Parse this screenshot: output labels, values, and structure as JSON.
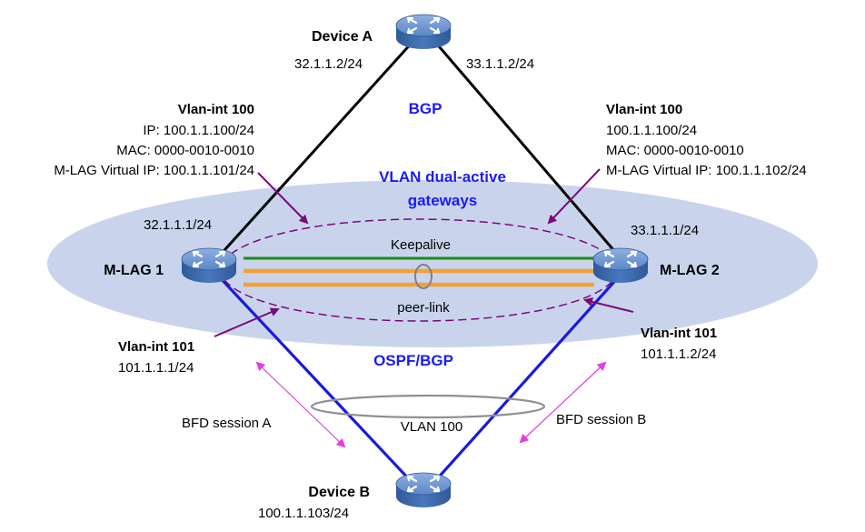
{
  "devices": {
    "device_a": {
      "name": "Device A",
      "ip_left": "32.1.1.2/24",
      "ip_right": "33.1.1.2/24"
    },
    "device_b": {
      "name": "Device B",
      "ip": "100.1.1.103/24"
    },
    "mlag1": {
      "name": "M-LAG 1",
      "uplink_ip": "32.1.1.1/24"
    },
    "mlag2": {
      "name": "M-LAG 2",
      "uplink_ip": "33.1.1.1/24"
    }
  },
  "protocols": {
    "top": "BGP",
    "middle_line1": "VLAN dual-active",
    "middle_line2": "gateways",
    "bottom": "OSPF/BGP"
  },
  "links": {
    "keepalive": "Keepalive",
    "peer_link": "peer-link",
    "vlan": "VLAN 100"
  },
  "bfd": {
    "a": "BFD session A",
    "b": "BFD session B"
  },
  "interfaces": {
    "left100": {
      "title": "Vlan-int 100",
      "ip": "IP: 100.1.1.100/24",
      "mac": "MAC: 0000-0010-0010",
      "vip": "M-LAG Virtual IP: 100.1.1.101/24"
    },
    "right100": {
      "title": "Vlan-int 100",
      "ip": "100.1.1.100/24",
      "mac": "MAC: 0000-0010-0010",
      "vip": "M-LAG Virtual IP: 100.1.1.102/24"
    },
    "left101": {
      "title": "Vlan-int 101",
      "ip": "101.1.1.1/24"
    },
    "right101": {
      "title": "Vlan-int 101",
      "ip": "101.1.1.2/24"
    }
  },
  "colors": {
    "ellipse": "#c9d4ec",
    "keepalive": "#1a8a1a",
    "peer_link": "#f5a033",
    "to_device_b": "#1a1add",
    "bfd_arrow": "#e040e0",
    "vlan_if_arrow": "#7a0a7a",
    "router_body": "#4f7dc0"
  }
}
